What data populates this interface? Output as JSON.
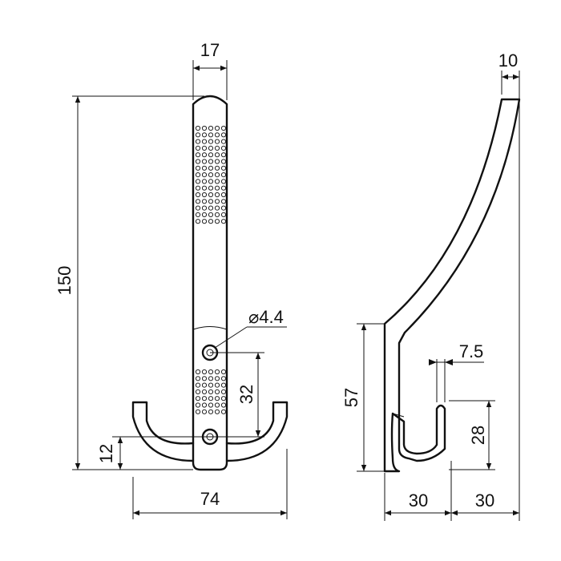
{
  "front_view": {
    "width": "17",
    "height": "150",
    "hole_diameter": "4.4",
    "hole_spacing": "32",
    "hook_offset": "12",
    "overall_width": "74"
  },
  "side_view": {
    "top_thickness": "10",
    "mount_height": "57",
    "hook_gap": "7.5",
    "hook_height": "28",
    "depth_a": "30",
    "depth_b": "30"
  }
}
